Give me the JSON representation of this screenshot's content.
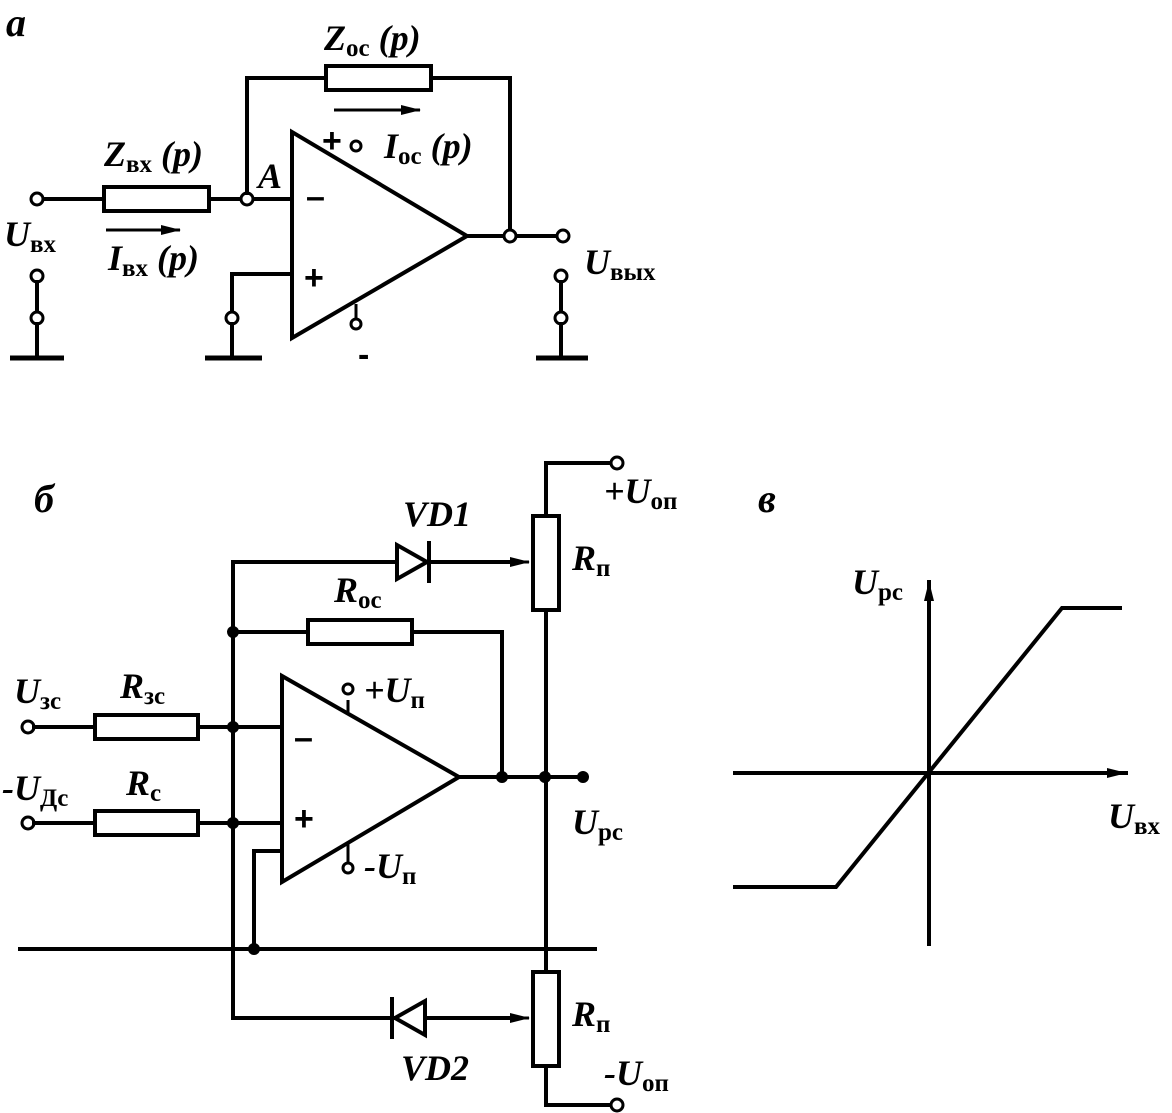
{
  "figure_a": {
    "label": "а",
    "z_feedback": {
      "main": "Z",
      "sub": "ос",
      "arg": " (p)"
    },
    "i_feedback": {
      "main": "I",
      "sub": "ос",
      "arg": " (p)"
    },
    "z_input": {
      "main": "Z",
      "sub": "вх",
      "arg": " (p)"
    },
    "i_input": {
      "main": "I",
      "sub": "вх",
      "arg": " (p)"
    },
    "node": "A",
    "u_in": {
      "main": "U",
      "sub": "вх"
    },
    "u_out": {
      "main": "U",
      "sub": "вых"
    },
    "minus_input": "–",
    "plus_input": "+",
    "supply_plus": "+",
    "supply_minus": "-"
  },
  "figure_b": {
    "label": "б",
    "vd1": "VD1",
    "vd2": "VD2",
    "r_feedback": {
      "main": "R",
      "sub": "ос"
    },
    "r_zs": {
      "main": "R",
      "sub": "зс"
    },
    "r_c": {
      "main": "R",
      "sub": "с"
    },
    "u_zs": {
      "main": "U",
      "sub": "зс"
    },
    "u_ds": {
      "prefix": "-",
      "main": "U",
      "sub": "Дс"
    },
    "u_rc": {
      "main": "U",
      "sub": "рс"
    },
    "supply_plus": {
      "prefix": "+",
      "main": "U",
      "sub": "п"
    },
    "supply_minus": {
      "prefix": "-",
      "main": "U",
      "sub": "п"
    },
    "ref_plus": {
      "prefix": "+",
      "main": "U",
      "sub": "оп"
    },
    "ref_minus": {
      "prefix": "-",
      "main": "U",
      "sub": "оп"
    },
    "rp_top": {
      "main": "R",
      "sub": "п"
    },
    "rp_bottom": {
      "main": "R",
      "sub": "п"
    },
    "minus_input": "–",
    "plus_input": "+"
  },
  "figure_c": {
    "label": "в",
    "y_axis": {
      "main": "U",
      "sub": "рс"
    },
    "x_axis": {
      "main": "U",
      "sub": "вх"
    },
    "characteristic": "saturation"
  }
}
